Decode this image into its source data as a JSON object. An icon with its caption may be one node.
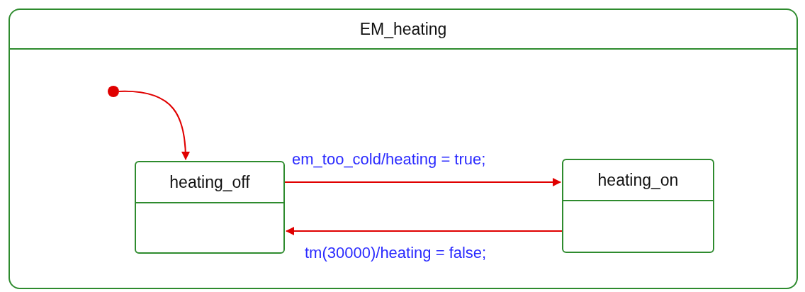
{
  "diagram": {
    "nodes": [
      {
        "text": [
          "EM_heating"
        ]
      },
      {
        "text": [],
        "shape": "circle",
        "in": 0
      },
      {
        "text": [
          "heating_off"
        ],
        "in": 0
      },
      {
        "text": [
          "heating_on"
        ],
        "in": 0
      }
    ],
    "edges": [
      {
        "from": 1,
        "to": 2,
        "arrow": "to"
      },
      {
        "from": 2,
        "to": 3,
        "arrow": "to",
        "label": "em_too_cold/heating = true;"
      },
      {
        "from": 3,
        "to": 2,
        "arrow": "to",
        "label": "tm(30000)/heating = false;"
      }
    ]
  }
}
